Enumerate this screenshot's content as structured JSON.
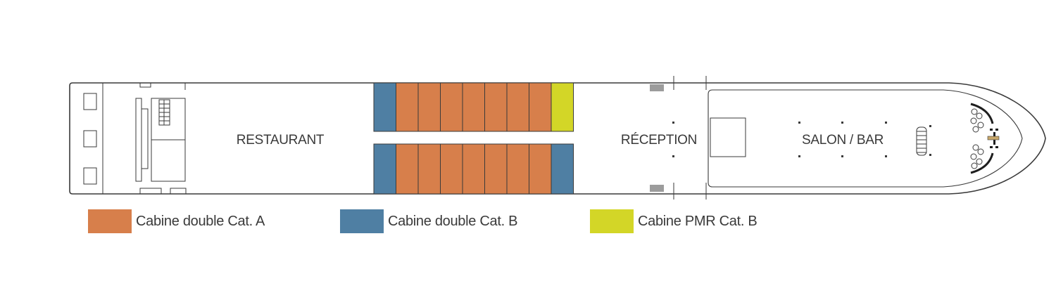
{
  "colors": {
    "cat_a": "#D77F4B",
    "cat_b": "#4F7FA3",
    "pmr": "#D3D627",
    "line": "#3a3a3a"
  },
  "labels": {
    "restaurant": "RESTAURANT",
    "reception": "RÉCEPTION",
    "salon": "SALON / BAR"
  },
  "legend": [
    {
      "label": "Cabine double Cat. A",
      "color": "#D77F4B"
    },
    {
      "label": "Cabine double Cat. B",
      "color": "#4F7FA3"
    },
    {
      "label": "Cabine PMR Cat. B",
      "color": "#D3D627"
    }
  ],
  "cabins": {
    "top_row": [
      "cat_b",
      "cat_a",
      "cat_a",
      "cat_a",
      "cat_a",
      "cat_a",
      "cat_a",
      "cat_a",
      "pmr"
    ],
    "bottom_row": [
      "cat_b",
      "cat_a",
      "cat_a",
      "cat_a",
      "cat_a",
      "cat_a",
      "cat_a",
      "cat_a",
      "cat_b"
    ]
  }
}
